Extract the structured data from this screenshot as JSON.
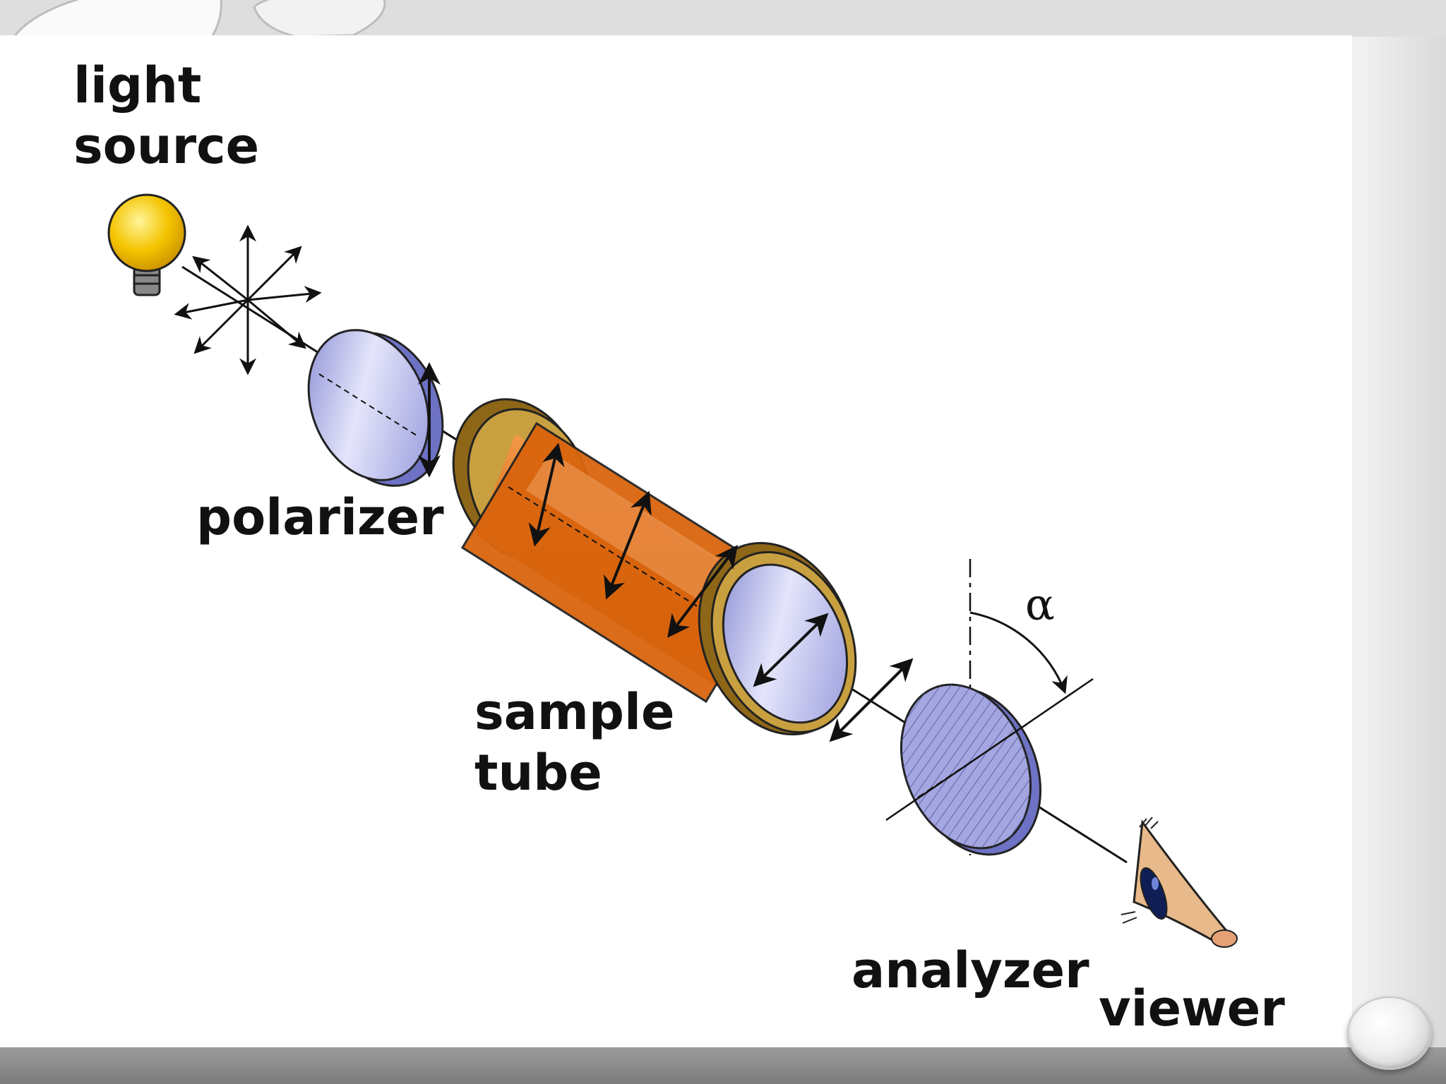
{
  "diagram": {
    "labels": {
      "light_source_line1": "light",
      "light_source_line2": "source",
      "polarizer": "polarizer",
      "sample_tube_line1": "sample",
      "sample_tube_line2": "tube",
      "analyzer": "analyzer",
      "viewer": "viewer",
      "angle": "α"
    },
    "colors": {
      "bulb": "#f2c200",
      "lens": "#a3a6e0",
      "tube_body": "#e06a10",
      "tube_cap": "#c09030",
      "arrow": "#111111"
    }
  }
}
